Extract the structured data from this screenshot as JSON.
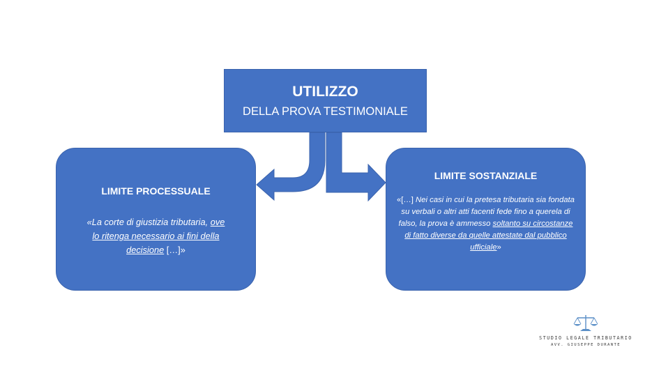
{
  "top": {
    "title": "UTILIZZO",
    "subtitle": "DELLA PROVA TESTIMONIALE"
  },
  "left": {
    "heading": "LIMITE PROCESSUALE",
    "quote_open": "«La corte di giustizia tributaria, ",
    "quote_u1": "ove",
    "quote_u2": "lo ritenga necessario ai fini della",
    "quote_u3": "decisione",
    "quote_close": " […]»"
  },
  "right": {
    "heading": "LIMITE SOSTANZIALE",
    "quote_start": "«[…] ",
    "quote_text": "Nei casi in cui la pretesa tributaria sia fondata su verbali o altri atti facenti fede fino a querela di falso, la prova è ammesso ",
    "quote_u": "soltanto su circostanze di fatto diverse da quelle attestate dal pubblico ufficiale",
    "quote_end": "»"
  },
  "logo": {
    "line1": "STUDIO LEGALE TRIBUTARIO",
    "line2": "AVV. GIUSEPPE DURANTE"
  },
  "colors": {
    "box_fill": "#4472c4",
    "arrow_fill": "#4472c4",
    "logo_accent": "#5b8fc7"
  }
}
